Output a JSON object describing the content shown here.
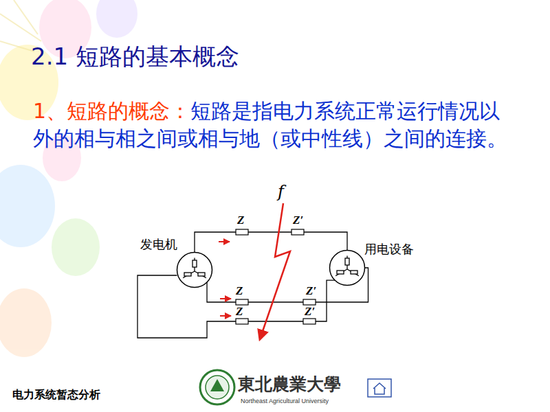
{
  "diagram": {
    "title": "2.1 短路的基本概念",
    "nodes": [
      {
        "text": [
          "发电机"
        ]
      },
      {
        "text": [
          "用电设备"
        ]
      }
    ],
    "edges": [
      {
        "from": 0,
        "to": 1,
        "arrow": "none"
      },
      {
        "from": 0,
        "to": 1,
        "arrow": "none"
      },
      {
        "from": 0,
        "to": 1,
        "arrow": "none"
      }
    ],
    "labels": [
      "1、短路的概念：",
      "短路是指电力系统正常运行情况以外的相与相之间或相与地（或中性线）之间的连接。",
      "f",
      "Z",
      "Z′",
      "Z",
      "Z′",
      "Z",
      "Z′",
      "电力系统暂态分析",
      "東北農業大學",
      "Northeast Agricultural University"
    ]
  }
}
